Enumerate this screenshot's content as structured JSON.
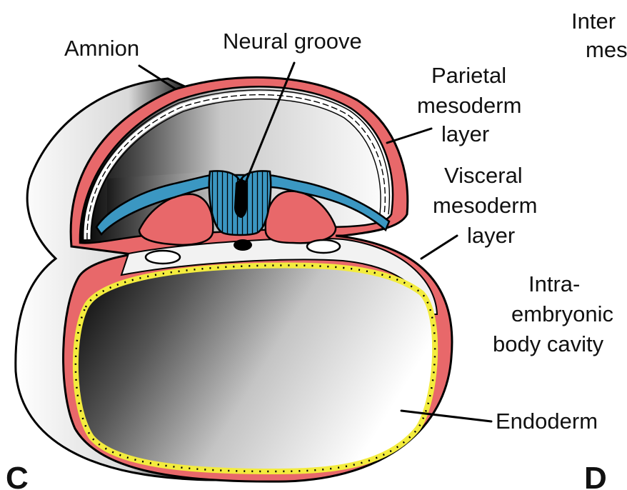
{
  "labels": {
    "amnion": "Amnion",
    "neural_groove": "Neural groove",
    "parietal_1": "Parietal",
    "parietal_2": "mesoderm",
    "parietal_3": "layer",
    "visceral_1": "Visceral",
    "visceral_2": "mesoderm",
    "visceral_3": "layer",
    "intra_1": "Intra-",
    "intra_2": "embryonic",
    "intra_3": "body cavity",
    "endoderm": "Endoderm",
    "inter_1": "Inter",
    "inter_2": "mes",
    "panel_c": "C",
    "panel_d": "D"
  },
  "colors": {
    "mesoderm": "#e8686a",
    "ectoderm": "#3b97c2",
    "endoderm": "#f3ec3e",
    "outline": "#000000"
  }
}
